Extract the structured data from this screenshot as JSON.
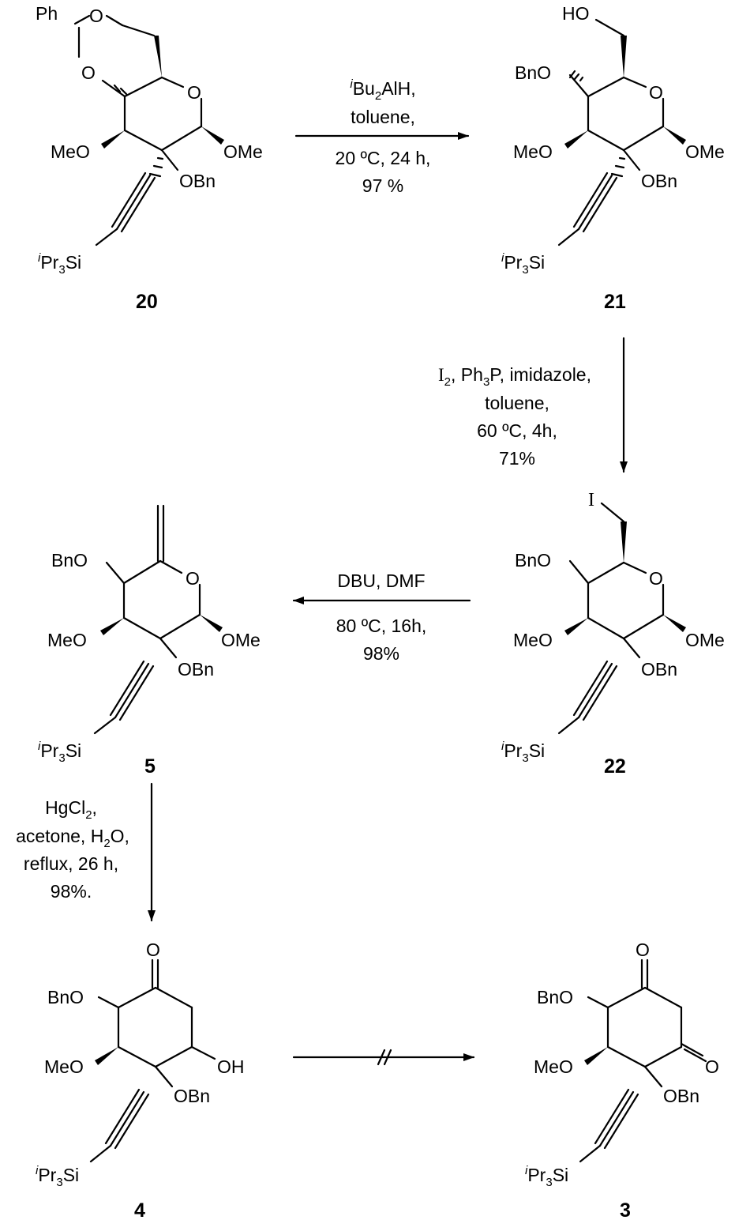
{
  "molecules": {
    "m20": {
      "id": "20",
      "ph": "Ph",
      "o_ring1": "O",
      "o_ring2": "O",
      "o_pyran": "O",
      "meo": "MeO",
      "ome": "OMe",
      "obn": "OBn",
      "tips_sup": "i",
      "tips_pr": "Pr",
      "tips_sub": "3",
      "tips_si": "Si"
    },
    "m21": {
      "id": "21",
      "ho": "HO",
      "bno": "BnO",
      "o_pyran": "O",
      "meo": "MeO",
      "ome": "OMe",
      "obn": "OBn",
      "tips_sup": "i",
      "tips_pr": "Pr",
      "tips_sub": "3",
      "tips_si": "Si"
    },
    "m22": {
      "id": "22",
      "iodo": "I",
      "bno": "BnO",
      "o_pyran": "O",
      "meo": "MeO",
      "ome": "OMe",
      "obn": "OBn",
      "tips_sup": "i",
      "tips_pr": "Pr",
      "tips_sub": "3",
      "tips_si": "Si"
    },
    "m5": {
      "id": "5",
      "bno": "BnO",
      "o_pyran": "O",
      "meo": "MeO",
      "ome": "OMe",
      "obn": "OBn",
      "tips_sup": "i",
      "tips_pr": "Pr",
      "tips_sub": "3",
      "tips_si": "Si"
    },
    "m4": {
      "id": "4",
      "o_ketone": "O",
      "bno": "BnO",
      "meo": "MeO",
      "oh": "OH",
      "obn": "OBn",
      "tips_sup": "i",
      "tips_pr": "Pr",
      "tips_sub": "3",
      "tips_si": "Si"
    },
    "m3": {
      "id": "3",
      "o_ketone1": "O",
      "o_ketone2": "O",
      "bno": "BnO",
      "meo": "MeO",
      "obn": "OBn",
      "tips_sup": "i",
      "tips_pr": "Pr",
      "tips_sub": "3",
      "tips_si": "Si"
    }
  },
  "reactions": {
    "r1": {
      "reagent_sup": "i",
      "reagent_a": "Bu",
      "reagent_sub": "2",
      "reagent_b": "AlH,",
      "solvent": "toluene,",
      "conditions": "20 ºC, 24 h,",
      "yield": "97 %"
    },
    "r2": {
      "iodine": "I",
      "iodine_sub": "2",
      "line1_rest": ", Ph",
      "ph3_sub": "3",
      "line1_tail": "P, imidazole,",
      "solvent": "toluene,",
      "conditions": "60 ºC, 4h,",
      "yield": "71%"
    },
    "r3": {
      "reagents": "DBU, DMF",
      "conditions": "80 ºC, 16h,",
      "yield": "98%"
    },
    "r4": {
      "reagent_a": "HgCl",
      "reagent_sub": "2",
      "reagent_b": ",",
      "solvent_a": "acetone, H",
      "solvent_sub": "2",
      "solvent_b": "O,",
      "conditions": "reflux, 26 h,",
      "yield": "98%."
    }
  }
}
